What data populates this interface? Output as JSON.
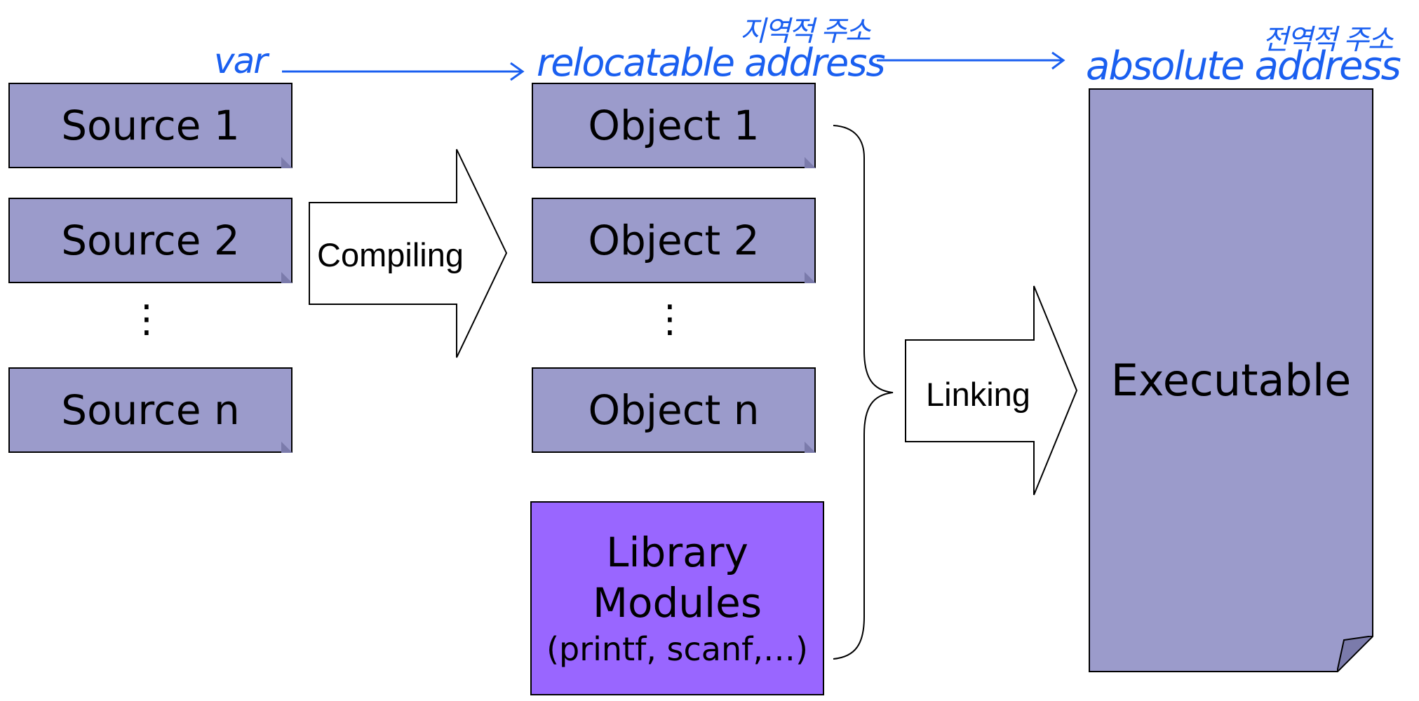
{
  "sources": [
    "Source 1",
    "Source 2",
    "Source n"
  ],
  "objects": [
    "Object 1",
    "Object 2",
    "Object n"
  ],
  "ellipsis": "⋮",
  "compile_label": "Compiling",
  "link_label": "Linking",
  "library": {
    "line1": "Library",
    "line2": "Modules",
    "line3": "(printf, scanf,…)"
  },
  "executable_label": "Executable",
  "annotations": {
    "var": "var",
    "relocatable_address": "relocatable address",
    "local_address_korean": "지역적 주소",
    "absolute_address": "absolute address",
    "global_address_korean": "전역적 주소"
  },
  "colors": {
    "doc_fill": "#9b9bcb",
    "library_fill": "#9966ff",
    "annotation_blue": "#1a5ff0"
  }
}
